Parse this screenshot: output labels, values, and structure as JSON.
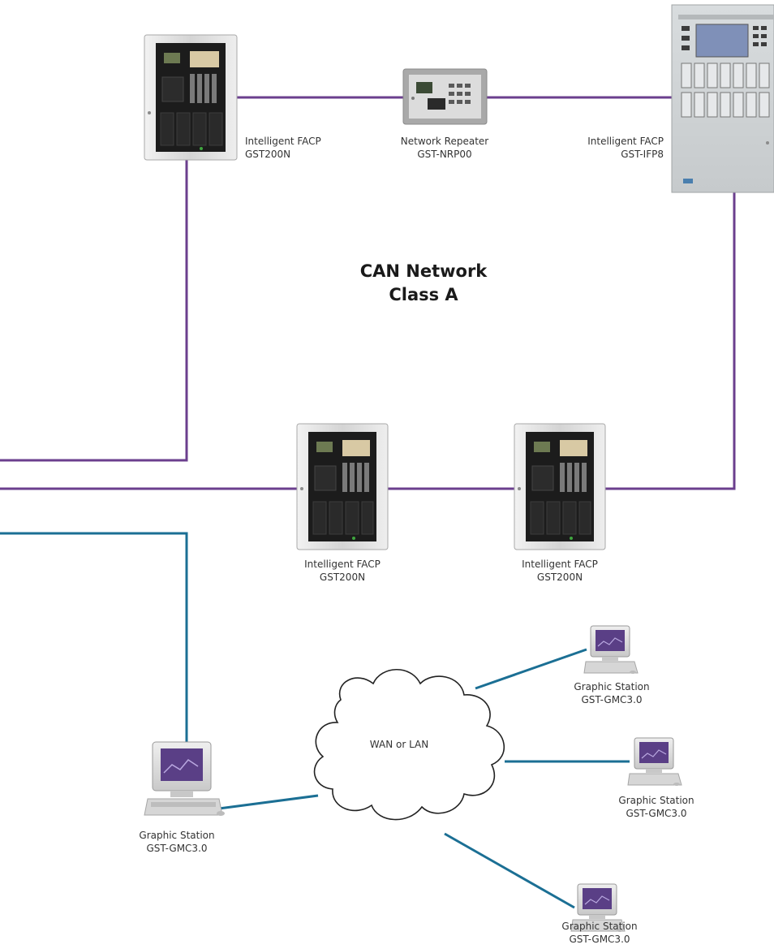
{
  "network": {
    "title_line1": "CAN Network",
    "title_line2": "Class A",
    "cloud_label": "WAN or LAN"
  },
  "devices": {
    "facp_top_left": {
      "line1": "Intelligent FACP",
      "line2": "GST200N"
    },
    "repeater": {
      "line1": "Network Repeater",
      "line2": "GST-NRP00"
    },
    "facp_top_right": {
      "line1": "Intelligent FACP",
      "line2": "GST-IFP8"
    },
    "facp_mid_left": {
      "line1": "Intelligent FACP",
      "line2": "GST200N"
    },
    "facp_mid_right": {
      "line1": "Intelligent FACP",
      "line2": "GST200N"
    },
    "station_left": {
      "line1": "Graphic Station",
      "line2": "GST-GMC3.0"
    },
    "station_top_right": {
      "line1": "Graphic Station",
      "line2": "GST-GMC3.0"
    },
    "station_mid_right": {
      "line1": "Graphic Station",
      "line2": "GST-GMC3.0"
    },
    "station_bottom": {
      "line1": "Graphic Station",
      "line2": "GST-GMC3.0"
    }
  },
  "colors": {
    "can_line": "#6b3f8e",
    "lan_line": "#1b6f94",
    "panel_body": "#1c1c1c",
    "cabinet_frame": "#d9d9d9",
    "monitor_screen": "#5a3f86"
  }
}
